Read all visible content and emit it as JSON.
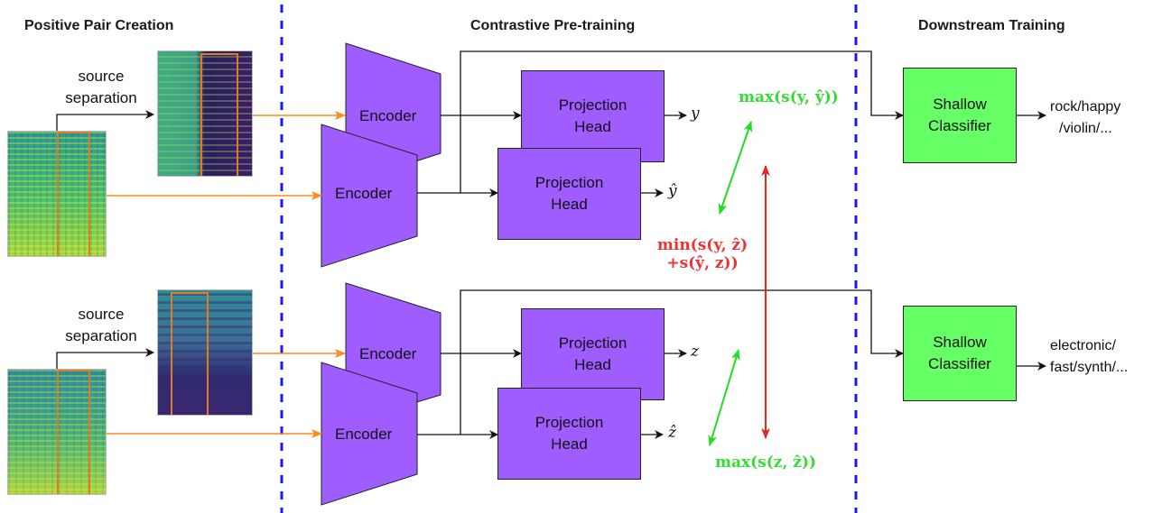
{
  "sections": {
    "left": "Positive Pair Creation",
    "middle": "Contrastive Pre-training",
    "right": "Downstream Training"
  },
  "source_separation": {
    "top": [
      "source",
      "separation"
    ],
    "bottom": [
      "source",
      "separation"
    ]
  },
  "encoder_label": "Encoder",
  "projection_head_label": [
    "Projection",
    "Head"
  ],
  "variables": {
    "y": "y",
    "y_hat": "ŷ",
    "z": "z",
    "z_hat": "ẑ"
  },
  "objectives": {
    "max_top": "max(s(y, ŷ))",
    "min_line1": "min(s(y, ẑ)",
    "min_line2": "+s(ŷ, z))",
    "max_bottom": "max(s(z, ẑ))"
  },
  "classifiers": {
    "top_label": [
      "Shallow",
      "Classifier"
    ],
    "bottom_label": [
      "Shallow",
      "Classifier"
    ],
    "top_output": [
      "rock/happy",
      "/violin/..."
    ],
    "bottom_output": [
      "electronic/",
      "fast/synth/..."
    ]
  },
  "colors": {
    "encoder_fill": "#9f5cff",
    "classifier_fill": "#66ff66",
    "divider": "#1a1aee",
    "orange_arrow": "#ff8c1a",
    "green_arrow": "#22dd22",
    "red_arrow": "#ee2222"
  }
}
